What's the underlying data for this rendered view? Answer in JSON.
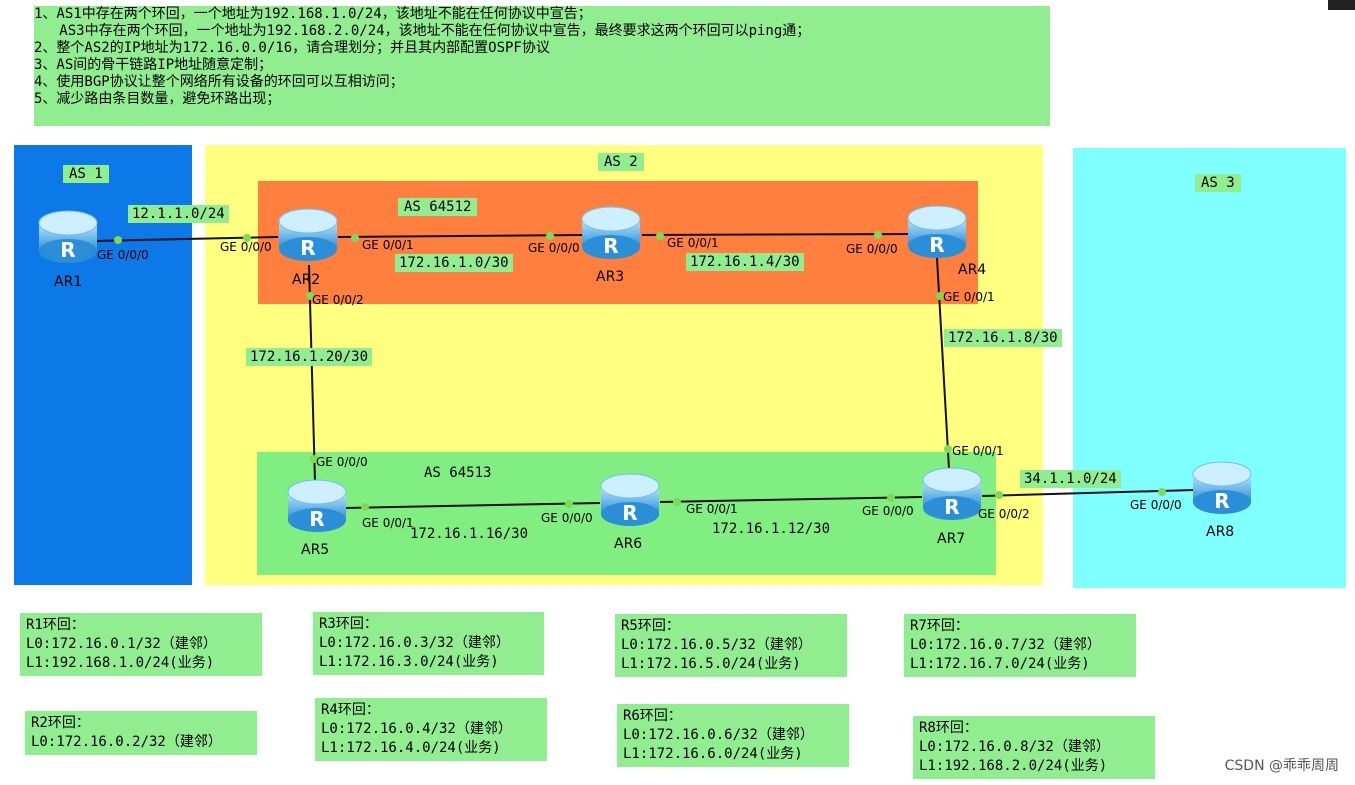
{
  "requirements": [
    "1、AS1中存在两个环回，一个地址为192.168.1.0/24，该地址不能在任何协议中宣告；",
    "   AS3中存在两个环回，一个地址为192.168.2.0/24，该地址不能在任何协议中宣告，最终要求这两个环回可以ping通；",
    "2、整个AS2的IP地址为172.16.0.0/16，请合理划分；并且其内部配置OSPF协议",
    "3、AS间的骨干链路IP地址随意定制；",
    "4、使用BGP协议让整个网络所有设备的环回可以互相访问；",
    "5、减少路由条目数量，避免环路出现；"
  ],
  "zones": {
    "as1": "AS 1",
    "as2": "AS 2",
    "as64512": "AS 64512",
    "as64513": "AS 64513",
    "as3": "AS 3"
  },
  "colors": {
    "as1": "#0d78e8",
    "as2": "#ffff80",
    "as64512": "#ff7f3f",
    "as64513": "#80ee80",
    "as3": "#80ffff",
    "note": "#90ee90",
    "port_dot": "#7ed957"
  },
  "networks": {
    "ar1_ar2": "12.1.1.0/24",
    "ar2_ar3": "172.16.1.0/30",
    "ar3_ar4": "172.16.1.4/30",
    "ar4_ar7": "172.16.1.8/30",
    "ar2_ar5": "172.16.1.20/30",
    "ar5_ar6": "172.16.1.16/30",
    "ar6_ar7": "172.16.1.12/30",
    "ar7_ar8": "34.1.1.0/24"
  },
  "routers": {
    "ar1": "AR1",
    "ar2": "AR2",
    "ar3": "AR3",
    "ar4": "AR4",
    "ar5": "AR5",
    "ar6": "AR6",
    "ar7": "AR7",
    "ar8": "AR8"
  },
  "router_icon": "router-icon",
  "ports": {
    "ar1_p0": "GE 0/0/0",
    "ar2_p0": "GE 0/0/0",
    "ar2_p1": "GE 0/0/1",
    "ar2_p2": "GE 0/0/2",
    "ar3_p0": "GE 0/0/0",
    "ar3_p1": "GE 0/0/1",
    "ar4_p0": "GE 0/0/0",
    "ar4_p1": "GE 0/0/1",
    "ar5_p0": "GE 0/0/0",
    "ar5_p1": "GE 0/0/1",
    "ar6_p0": "GE 0/0/0",
    "ar6_p1": "GE 0/0/1",
    "ar7_p1": "GE 0/0/1",
    "ar7_p0": "GE 0/0/0",
    "ar7_p2": "GE 0/0/2",
    "ar8_p0": "GE 0/0/0"
  },
  "loopbacks": {
    "r1": {
      "title": "R1环回：",
      "l0": "L0:172.16.0.1/32（建邻）",
      "l1": "L1:192.168.1.0/24(业务)"
    },
    "r2": {
      "title": "R2环回：",
      "l0": "L0:172.16.0.2/32（建邻）"
    },
    "r3": {
      "title": "R3环回：",
      "l0": "L0:172.16.0.3/32（建邻）",
      "l1": "L1:172.16.3.0/24(业务)"
    },
    "r4": {
      "title": "R4环回：",
      "l0": "L0:172.16.0.4/32（建邻）",
      "l1": "L1:172.16.4.0/24(业务)"
    },
    "r5": {
      "title": "R5环回：",
      "l0": "L0:172.16.0.5/32（建邻）",
      "l1": "L1:172.16.5.0/24(业务)"
    },
    "r6": {
      "title": "R6环回：",
      "l0": "L0:172.16.0.6/32（建邻）",
      "l1": "L1:172.16.6.0/24(业务)"
    },
    "r7": {
      "title": "R7环回：",
      "l0": "L0:172.16.0.7/32（建邻）",
      "l1": "L1:172.16.7.0/24(业务)"
    },
    "r8": {
      "title": "R8环回：",
      "l0": "L0:172.16.0.8/32（建邻）",
      "l1": "L1:192.168.2.0/24(业务)"
    }
  },
  "watermark": "CSDN @乖乖周周"
}
